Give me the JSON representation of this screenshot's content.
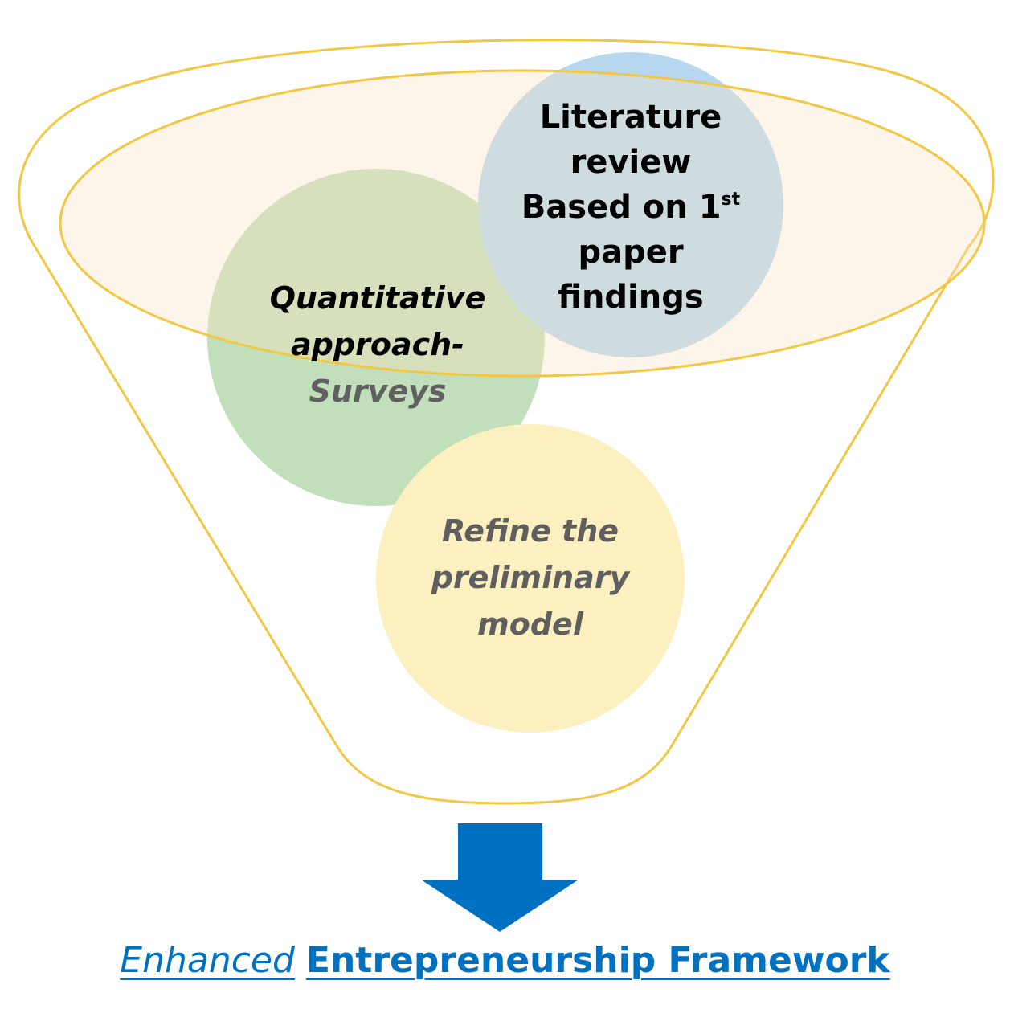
{
  "diagram": {
    "stages": {
      "literature": {
        "line1": "Literature",
        "line2": "review",
        "line3_main": "Based on 1",
        "line3_sup": "st",
        "line4": "paper",
        "line5": "findings"
      },
      "quantitative": {
        "line1": "Quantitative",
        "line2": "approach-",
        "line3": "Surveys"
      },
      "refine": {
        "line1": "Refine the",
        "line2": "preliminary",
        "line3": "model"
      }
    },
    "output": {
      "part1": "Enhanced",
      "part2": "Entrepreneurship Framework"
    },
    "colors": {
      "funnel_outline": "#f2c744",
      "funnel_rim_fill": "#fdf1e3",
      "literature_circle": "#b6d7ee",
      "quantitative_circle": "#c2dfbb",
      "refine_circle": "#fcefc0",
      "arrow": "#0070c0",
      "caption": "#0070c0"
    }
  }
}
